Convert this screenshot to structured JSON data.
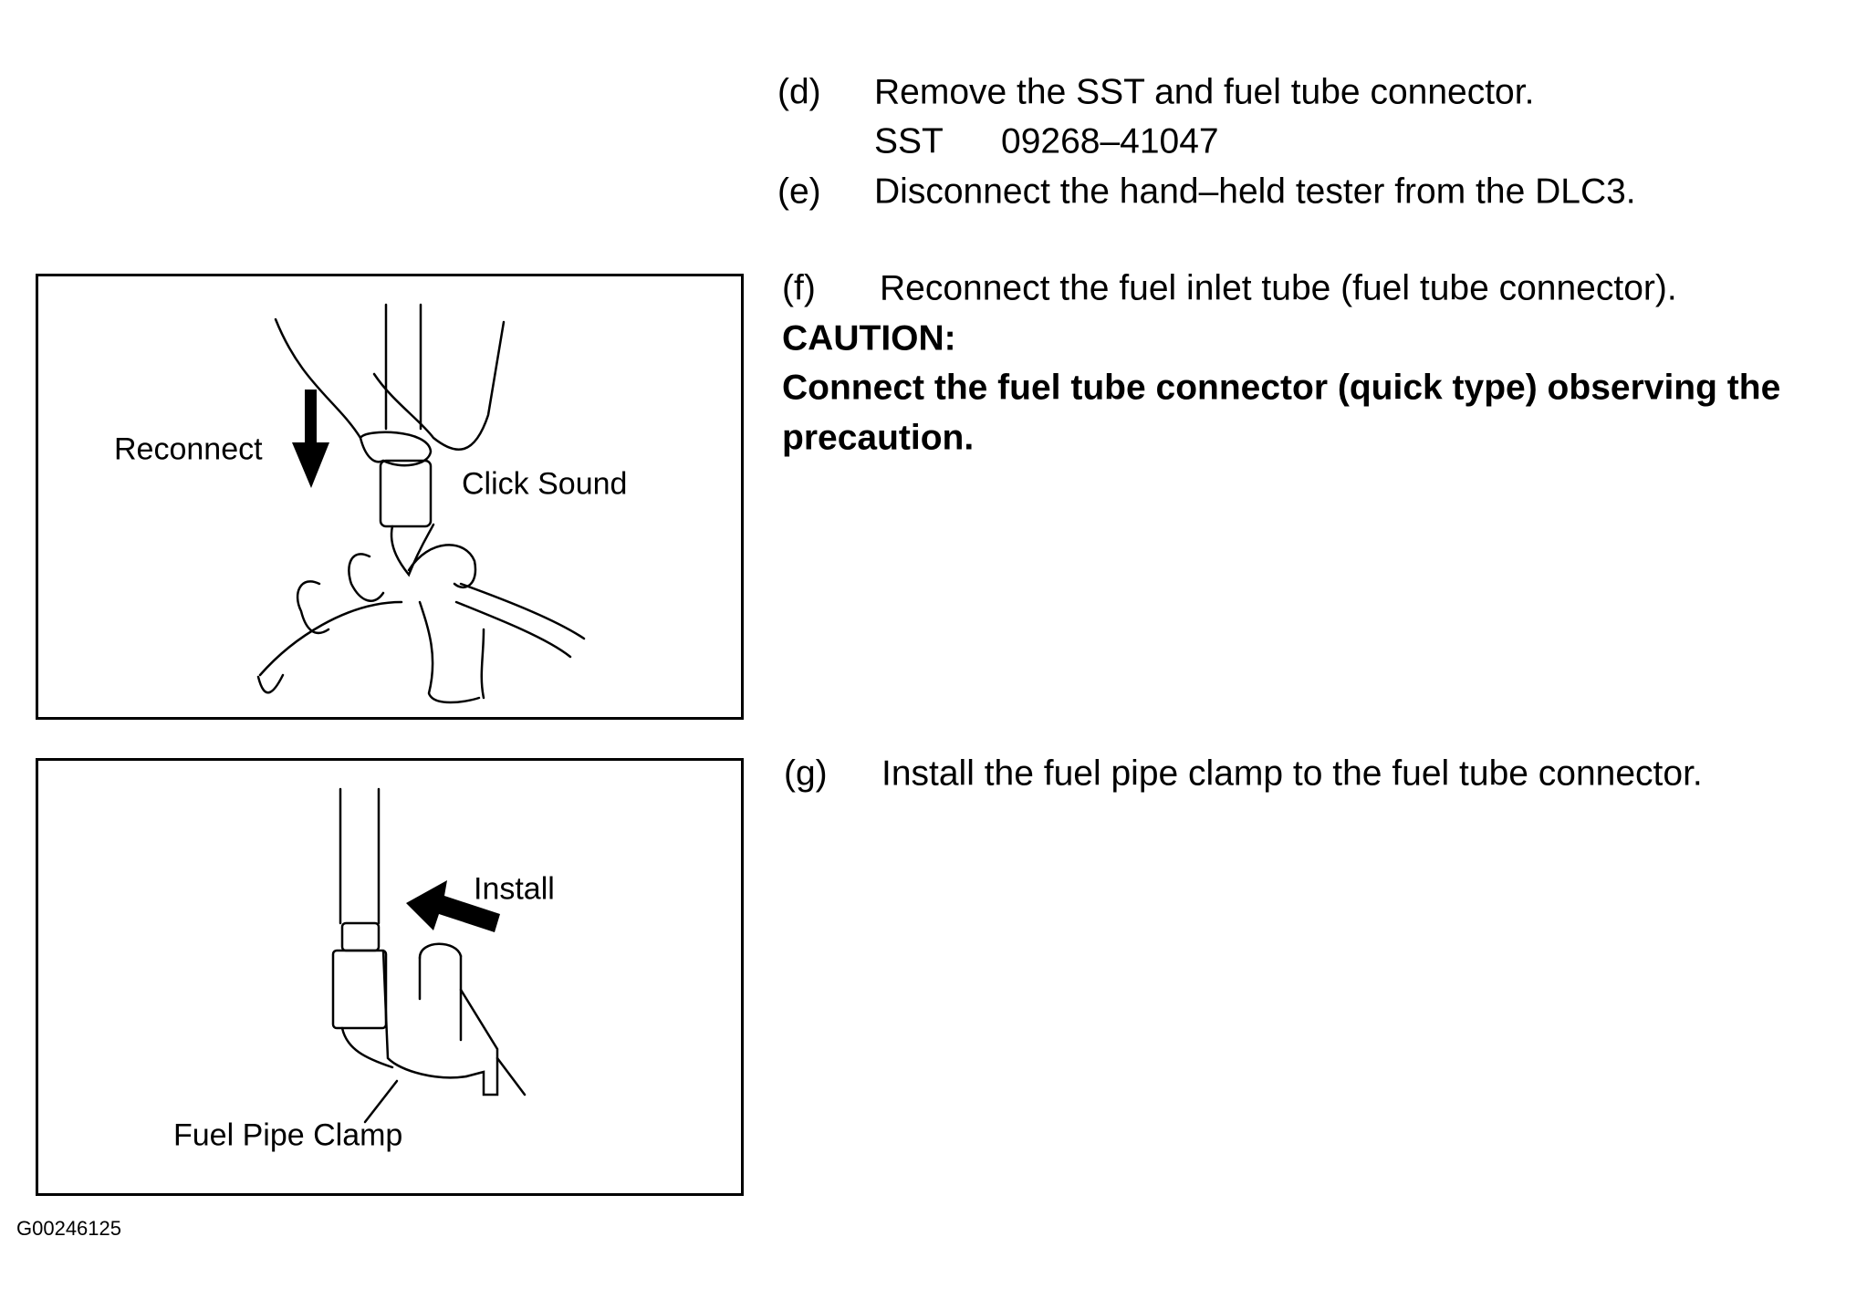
{
  "steps": [
    {
      "label": "(d)",
      "text": "Remove the SST and fuel tube connector."
    },
    {
      "label": "SST",
      "text": "09268–41047"
    },
    {
      "label": "(e)",
      "text": "Disconnect the hand–held tester from the DLC3."
    },
    {
      "label": "(f)",
      "text": "Reconnect the fuel inlet tube (fuel tube connector)."
    },
    {
      "label": "(g)",
      "text": "Install the fuel pipe clamp to the fuel tube connector."
    }
  ],
  "caution": {
    "title": "CAUTION:",
    "line1": "Connect the fuel tube connector (quick type) observing the",
    "line2": "precaution."
  },
  "figure1": {
    "reconnect": "Reconnect",
    "click": "Click Sound"
  },
  "figure2": {
    "install": "Install",
    "clamp": "Fuel Pipe Clamp"
  },
  "figure_id": "G00246125"
}
